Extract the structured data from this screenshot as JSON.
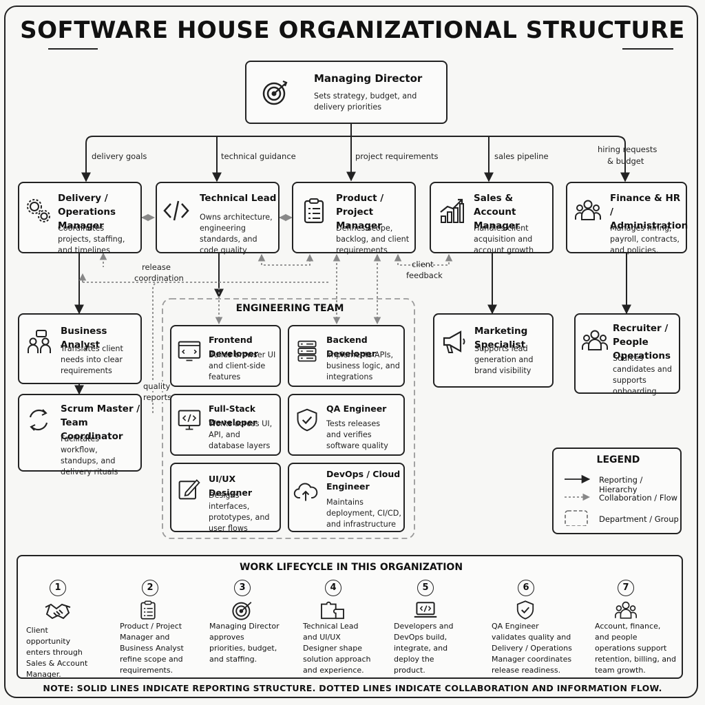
{
  "title": "Software House Organizational Structure",
  "nodes": {
    "md": {
      "title": "Managing Director",
      "desc": "Sets strategy, budget, and delivery priorities",
      "icon": "target-icon"
    },
    "delivery": {
      "title": "Delivery / Operations Manager",
      "desc": "Coordinates projects, staffing, and timelines",
      "icon": "gears-icon"
    },
    "techlead": {
      "title": "Technical Lead",
      "desc": "Owns architecture, engineering standards, and code quality",
      "icon": "code-icon"
    },
    "product": {
      "title": "Product / Project Manager",
      "desc": "Defines scope, backlog, and client requirements",
      "icon": "clipboard-icon"
    },
    "sales": {
      "title": "Sales & Account Manager",
      "desc": "Handles client acquisition and account growth",
      "icon": "growth-chart-icon"
    },
    "finance": {
      "title": "Finance & HR / Administration",
      "desc": "Manages hiring, payroll, contracts, and policies.",
      "icon": "people-group-icon"
    },
    "ba": {
      "title": "Business Analyst",
      "desc": "Translates client needs into clear requirements",
      "icon": "people-chat-icon"
    },
    "scrum": {
      "title": "Scrum Master / Team Coordinator",
      "desc": "Facilitates workflow, standups, and delivery rituals",
      "icon": "cycle-icon"
    },
    "marketing": {
      "title": "Marketing Specialist",
      "desc": "Supports lead generation and brand visibility",
      "icon": "megaphone-icon"
    },
    "recruiter": {
      "title": "Recruiter / People Operations",
      "desc": "Sources candidates and supports onboarding",
      "icon": "people-group-icon"
    },
    "frontend": {
      "title": "Frontend Developer",
      "desc": "Builds browser UI and client-side features",
      "icon": "browser-code-icon"
    },
    "backend": {
      "title": "Backend Developer",
      "desc": "Implements APIs, business logic, and integrations",
      "icon": "server-icon"
    },
    "fullstack": {
      "title": "Full-Stack Developer",
      "desc": "Works across UI, API, and database layers",
      "icon": "monitor-code-icon"
    },
    "qa": {
      "title": "QA Engineer",
      "desc": "Tests releases and verifies software quality",
      "icon": "shield-check-icon"
    },
    "uiux": {
      "title": "UI/UX Designer",
      "desc": "Designs interfaces, prototypes, and user flows",
      "icon": "pencil-edit-icon"
    },
    "devops": {
      "title": "DevOps / Cloud Engineer",
      "desc": "Maintains deployment, CI/CD, and infrastructure",
      "icon": "cloud-upload-icon"
    }
  },
  "edge_labels": {
    "delivery_goals": "delivery goals",
    "technical_guidance": "technical guidance",
    "project_requirements": "project requirements",
    "sales_pipeline": "sales pipeline",
    "hiring_requests": "hiring requests",
    "and_budget": "& budget",
    "release": "release",
    "coordination": "coordination",
    "client": "client",
    "feedback": "feedback",
    "quality": "quality",
    "reports": "reports"
  },
  "engineering_team": "Engineering Team",
  "legend": {
    "title": "LEGEND",
    "solid": "Reporting / Hierarchy",
    "dotted": "Collaboration / Flow",
    "group": "Department / Group"
  },
  "lifecycle": {
    "title": "Work Lifecycle in This Organization",
    "steps": [
      {
        "num": "1",
        "icon": "handshake-icon",
        "text": "Client opportunity enters through Sales & Account Manager."
      },
      {
        "num": "2",
        "icon": "clipboard-icon",
        "text": "Product / Project Manager and Business Analyst refine scope and requirements."
      },
      {
        "num": "3",
        "icon": "target-icon",
        "text": "Managing Director approves priorities, budget, and staffing."
      },
      {
        "num": "4",
        "icon": "puzzle-icon",
        "text": "Technical Lead and UI/UX Designer shape solution approach and experience."
      },
      {
        "num": "5",
        "icon": "laptop-code-icon",
        "text": "Developers and DevOps build, integrate, and deploy the product."
      },
      {
        "num": "6",
        "icon": "shield-check-icon",
        "text": "QA Engineer validates quality and Delivery / Operations Manager coordinates release readiness."
      },
      {
        "num": "7",
        "icon": "people-group-icon",
        "text": "Account, finance, and people operations support retention, billing, and team growth."
      }
    ]
  },
  "note": "NOTE: SOLID LINES INDICATE REPORTING STRUCTURE. DOTTED LINES INDICATE COLLABORATION AND INFORMATION FLOW."
}
